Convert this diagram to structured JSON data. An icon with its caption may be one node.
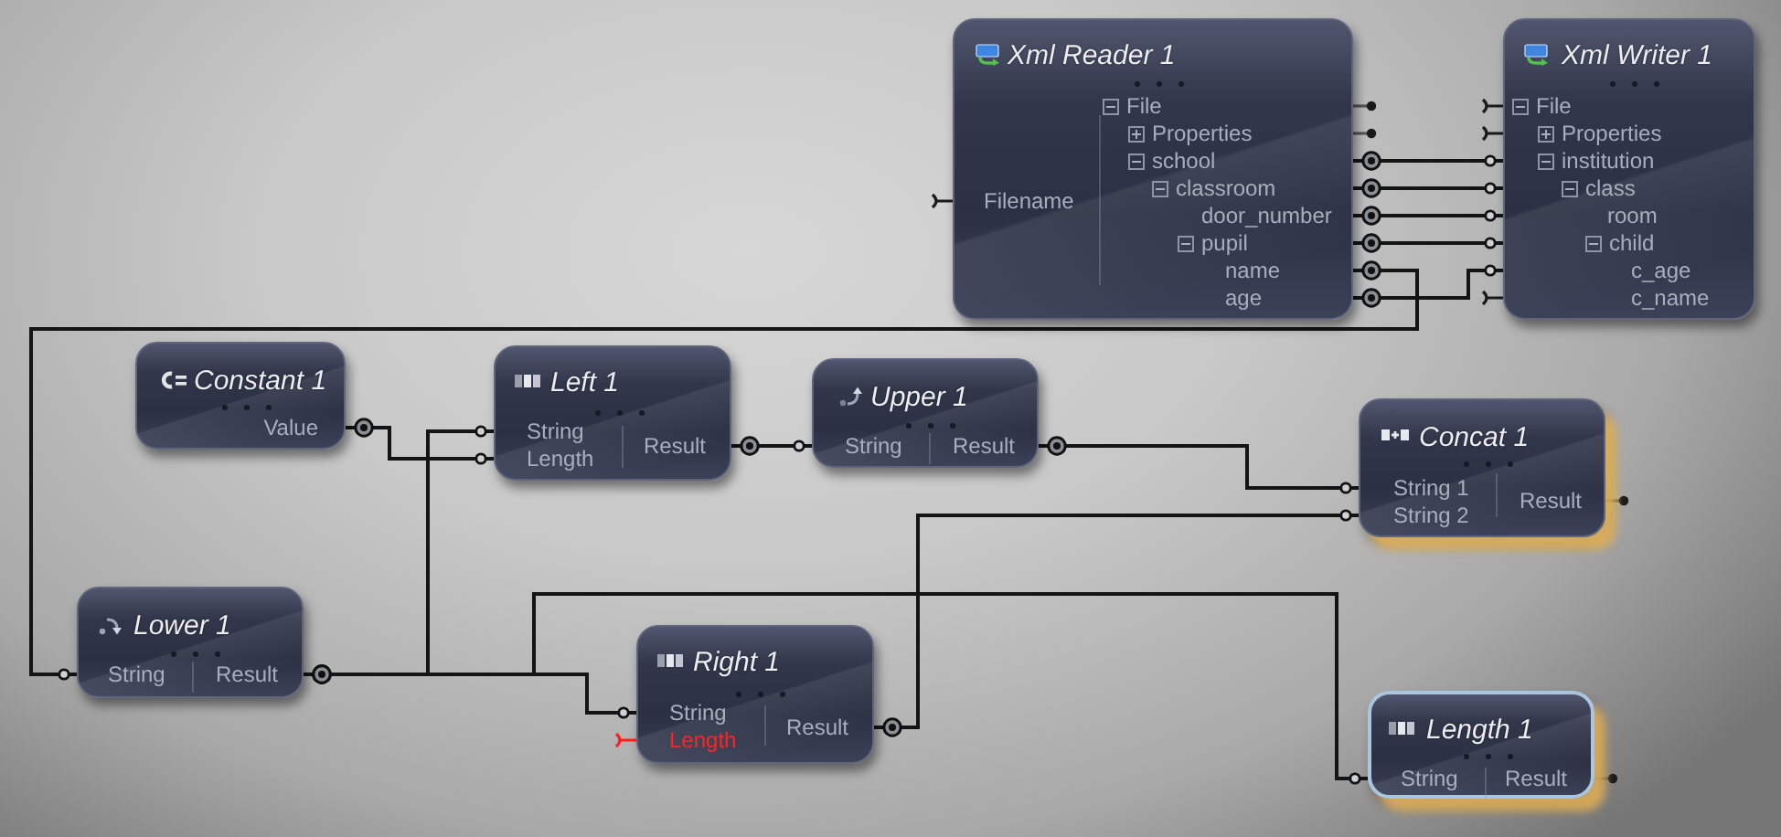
{
  "diagram": {
    "nodes": [
      {
        "text": [
          "Xml Reader 1",
          "Filename",
          "File",
          "Properties",
          "school",
          "classroom",
          "door_number",
          "pupil",
          "name",
          "age"
        ]
      },
      {
        "text": [
          "Xml Writer 1",
          "File",
          "Properties",
          "institution",
          "class",
          "room",
          "child",
          "c_age",
          "c_name"
        ]
      },
      {
        "text": [
          "Constant 1",
          "Value"
        ]
      },
      {
        "text": [
          "Left 1",
          "String",
          "Length",
          "Result"
        ]
      },
      {
        "text": [
          "Upper 1",
          "String",
          "Result"
        ]
      },
      {
        "text": [
          "Concat 1",
          "String 1",
          "String 2",
          "Result"
        ]
      },
      {
        "text": [
          "Lower 1",
          "String",
          "Result"
        ]
      },
      {
        "text": [
          "Right 1",
          "String",
          "Length",
          "Result"
        ]
      },
      {
        "text": [
          "Length 1",
          "String",
          "Result"
        ]
      }
    ],
    "edges": [
      {
        "from": 0,
        "to": 1,
        "arrow": "other"
      },
      {
        "from": 0,
        "to": 1,
        "arrow": "other"
      },
      {
        "from": 0,
        "to": 1,
        "arrow": "other"
      },
      {
        "from": 0,
        "to": 1,
        "arrow": "other"
      },
      {
        "from": 0,
        "to": 1,
        "arrow": "other"
      },
      {
        "from": 0,
        "to": 6,
        "arrow": "other"
      },
      {
        "from": 2,
        "to": 3,
        "arrow": "other"
      },
      {
        "from": 6,
        "to": 3,
        "arrow": "other"
      },
      {
        "from": 3,
        "to": 4,
        "arrow": "other"
      },
      {
        "from": 4,
        "to": 5,
        "arrow": "other"
      },
      {
        "from": 6,
        "to": 7,
        "arrow": "other"
      },
      {
        "from": 6,
        "to": 8,
        "arrow": "other"
      },
      {
        "from": 7,
        "to": 5,
        "arrow": "other"
      }
    ]
  }
}
